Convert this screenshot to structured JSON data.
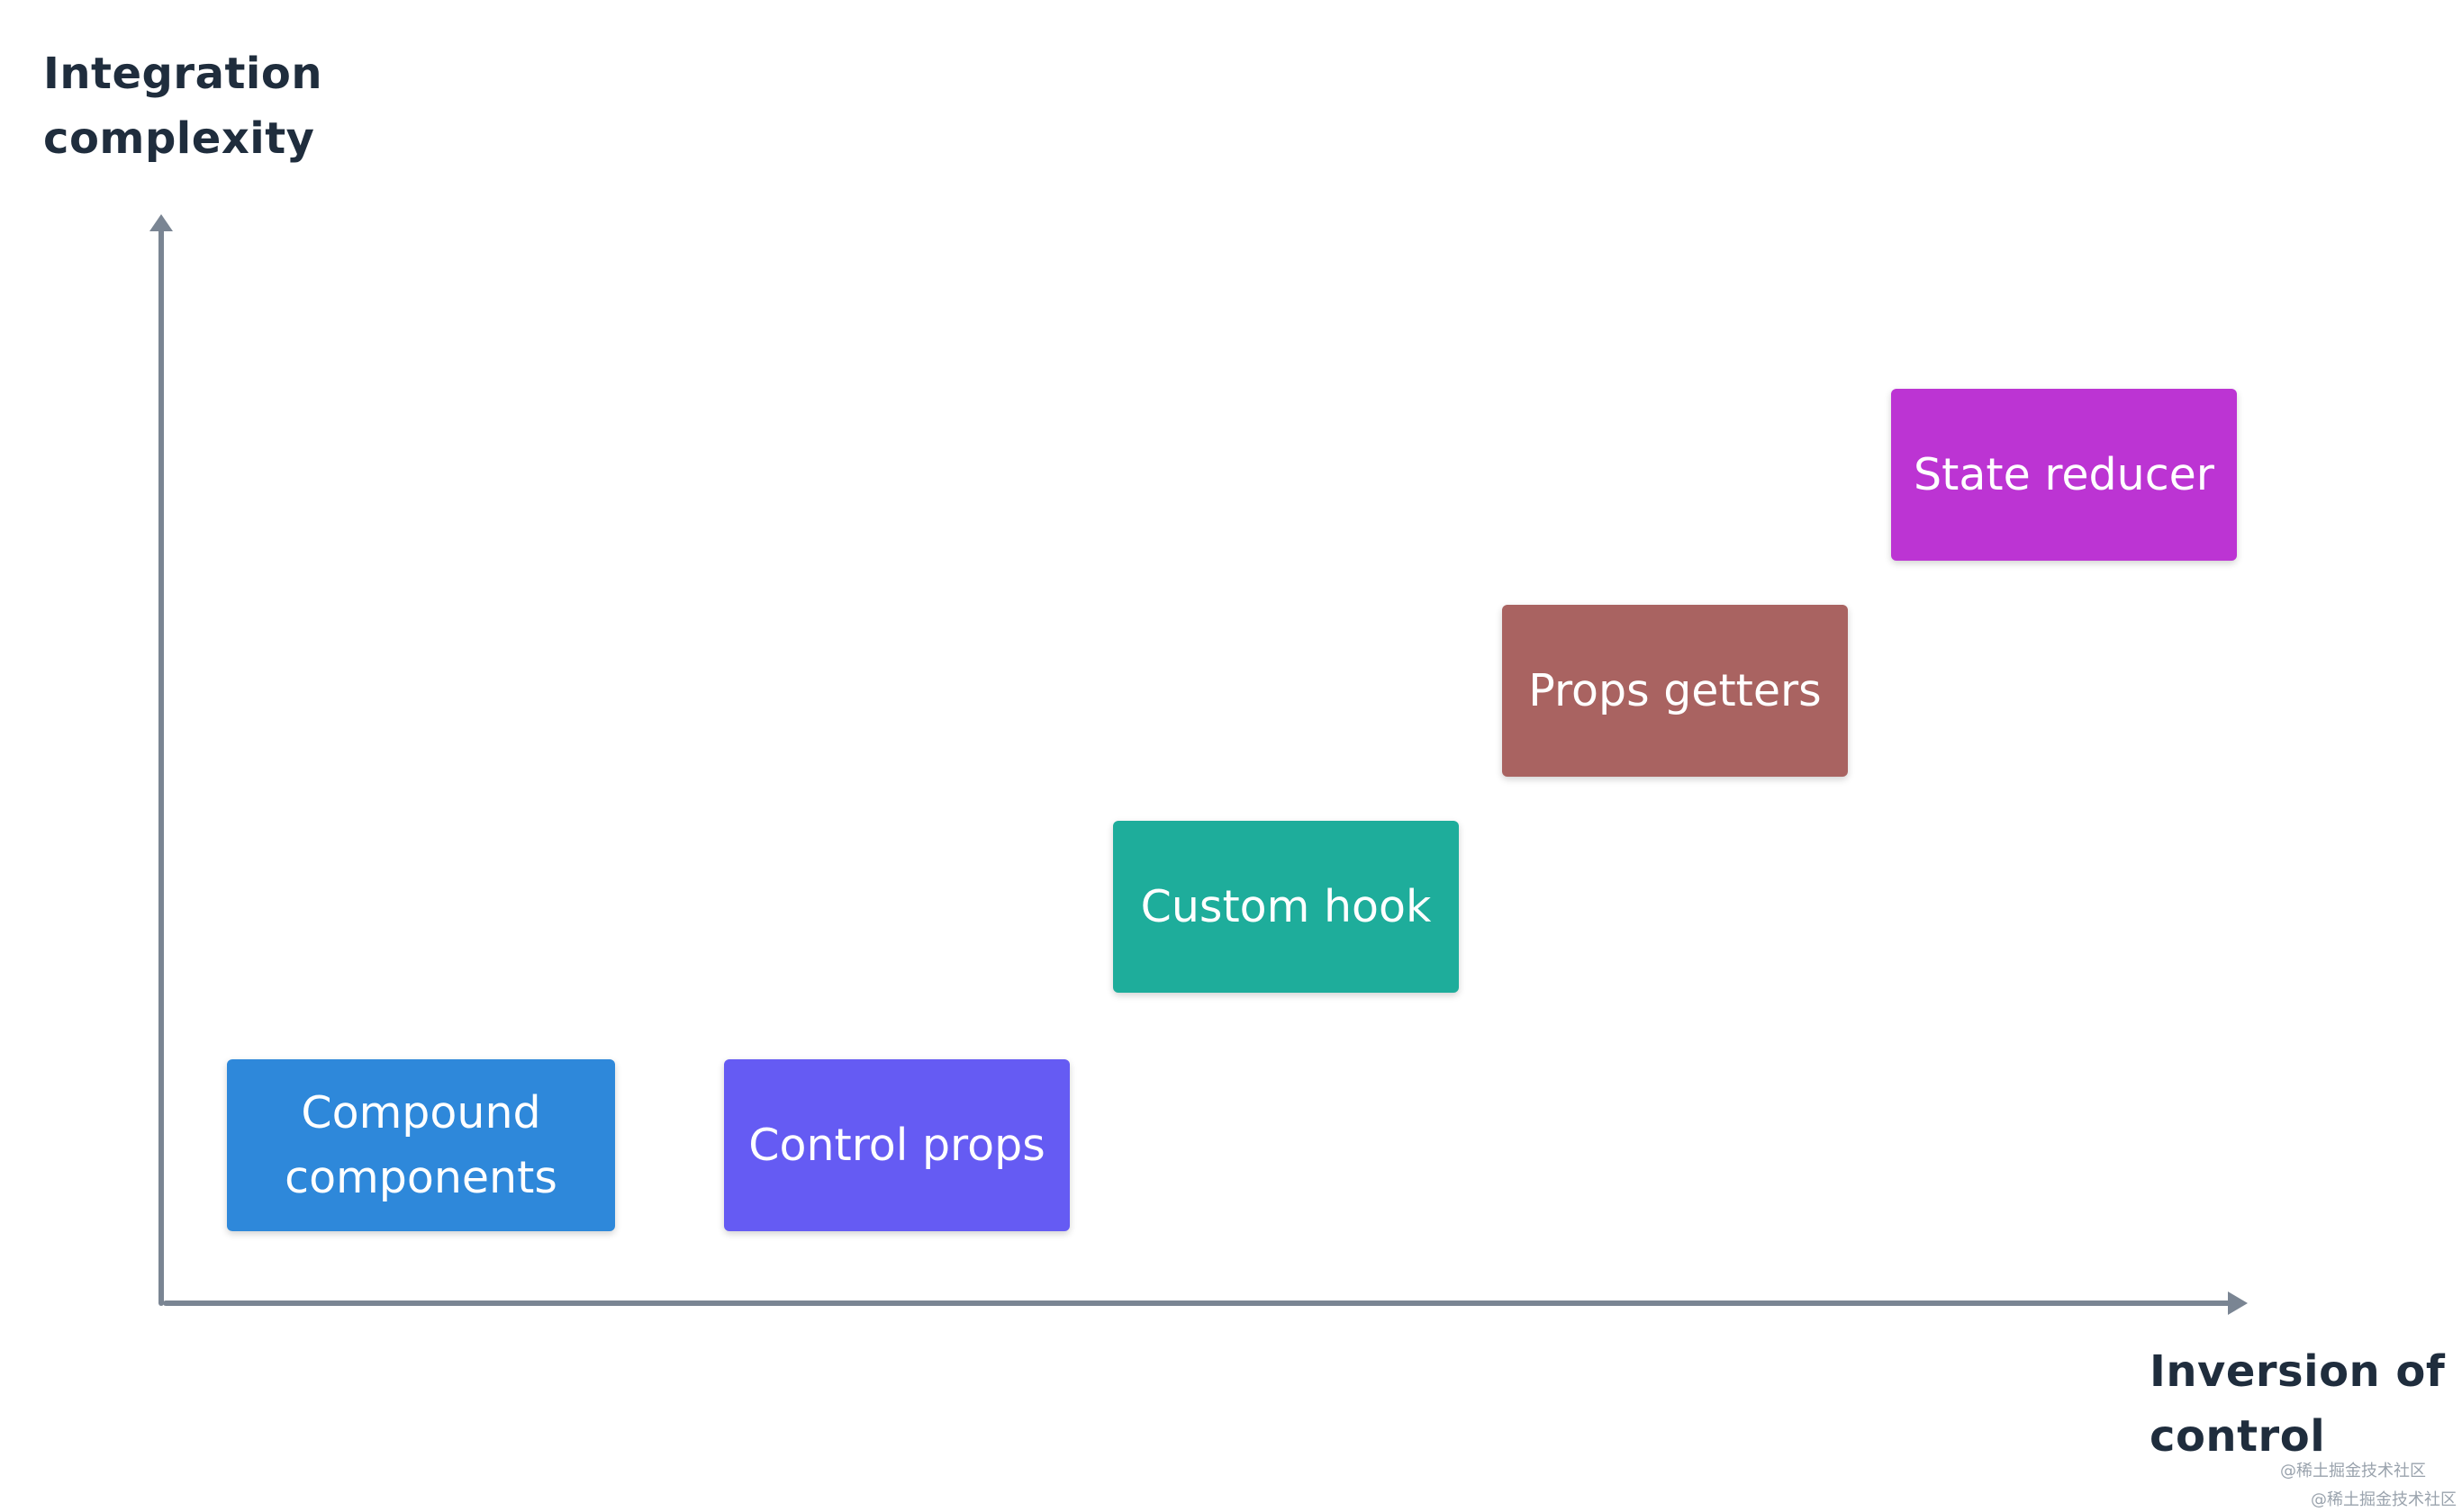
{
  "axes": {
    "y_label": "Integration complexity",
    "x_label": "Inversion of control",
    "color": "#7a8593"
  },
  "boxes": [
    {
      "id": "compound",
      "label": "Compound components",
      "color": "#2e88da"
    },
    {
      "id": "control",
      "label": "Control props",
      "color": "#655bf3"
    },
    {
      "id": "custom_hook",
      "label": "Custom hook",
      "color": "#1ead9b"
    },
    {
      "id": "props_getters",
      "label": "Props getters",
      "color": "#a96361"
    },
    {
      "id": "state_reducer",
      "label": "State reducer",
      "color": "#bc34d3"
    }
  ],
  "watermark": {
    "line1": "@稀土掘金技术社区",
    "line2": "@稀土掘金技术社区"
  }
}
